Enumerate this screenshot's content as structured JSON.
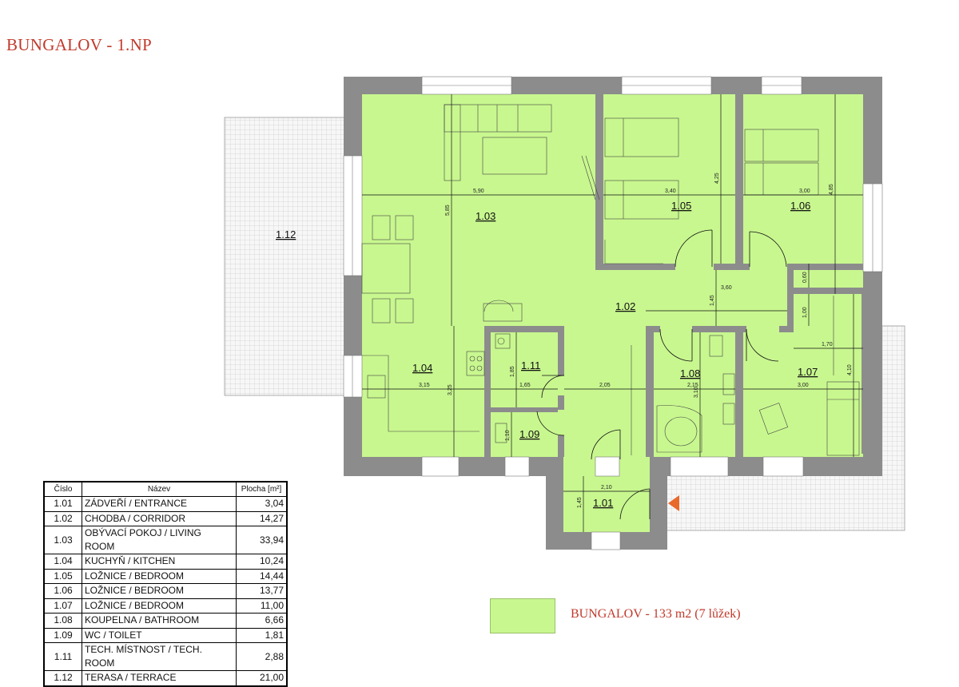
{
  "page": {
    "title": "BUNGALOV - 1.NP",
    "summary": "BUNGALOV - 133 m2 (7 lůžek)"
  },
  "colors": {
    "floor": "#c8f78f",
    "wall": "#8c8c8c",
    "terrace": "#f2f2f2",
    "title": "#c0392b",
    "entrance_arrow": "#e8692a"
  },
  "rooms": {
    "r101": "1.01",
    "r102": "1.02",
    "r103": "1.03",
    "r104": "1.04",
    "r105": "1.05",
    "r106": "1.06",
    "r107": "1.07",
    "r108": "1.08",
    "r109": "1.09",
    "r111": "1.11",
    "r112": "1.12"
  },
  "dimensions": {
    "d590": "5,90",
    "d340": "3,40",
    "d300a": "3,00",
    "d425": "4,25",
    "d485": "4,85",
    "d585": "5,85",
    "d360": "3,60",
    "d145": "1,45",
    "d060": "0,60",
    "d100": "1,00",
    "d170": "1,70",
    "d410": "4,10",
    "d300b": "3,00",
    "d315": "3,15",
    "d325": "3,25",
    "d185": "1,85",
    "d165": "1,65",
    "d205": "2,05",
    "d215": "2,15",
    "d310": "3,10",
    "d110": "1,10",
    "d210": "2,10",
    "d145b": "1,45"
  },
  "legend": {
    "headers": [
      "Číslo",
      "Název",
      "Plocha [m²]"
    ],
    "rows": [
      {
        "id": "1.01",
        "name": "ZÁDVEŘÍ  /  ENTRANCE",
        "area": "3,04"
      },
      {
        "id": "1.02",
        "name": "CHODBA  /  CORRIDOR",
        "area": "14,27"
      },
      {
        "id": "1.03",
        "name": "OBÝVACÍ POKOJ  /  LIVING ROOM",
        "area": "33,94"
      },
      {
        "id": "1.04",
        "name": "KUCHYŇ  /  KITCHEN",
        "area": "10,24"
      },
      {
        "id": "1.05",
        "name": "LOŽNICE  /  BEDROOM",
        "area": "14,44"
      },
      {
        "id": "1.06",
        "name": "LOŽNICE  /  BEDROOM",
        "area": "13,77"
      },
      {
        "id": "1.07",
        "name": "LOŽNICE  /  BEDROOM",
        "area": "11,00"
      },
      {
        "id": "1.08",
        "name": "KOUPELNA  /  BATHROOM",
        "area": "6,66"
      },
      {
        "id": "1.09",
        "name": "WC  /  TOILET",
        "area": "1,81"
      },
      {
        "id": "1.11",
        "name": "TECH. MÍSTNOST  /  TECH. ROOM",
        "area": "2,88"
      },
      {
        "id": "1.12",
        "name": "TERASA  /  TERRACE",
        "area": "21,00"
      }
    ]
  }
}
